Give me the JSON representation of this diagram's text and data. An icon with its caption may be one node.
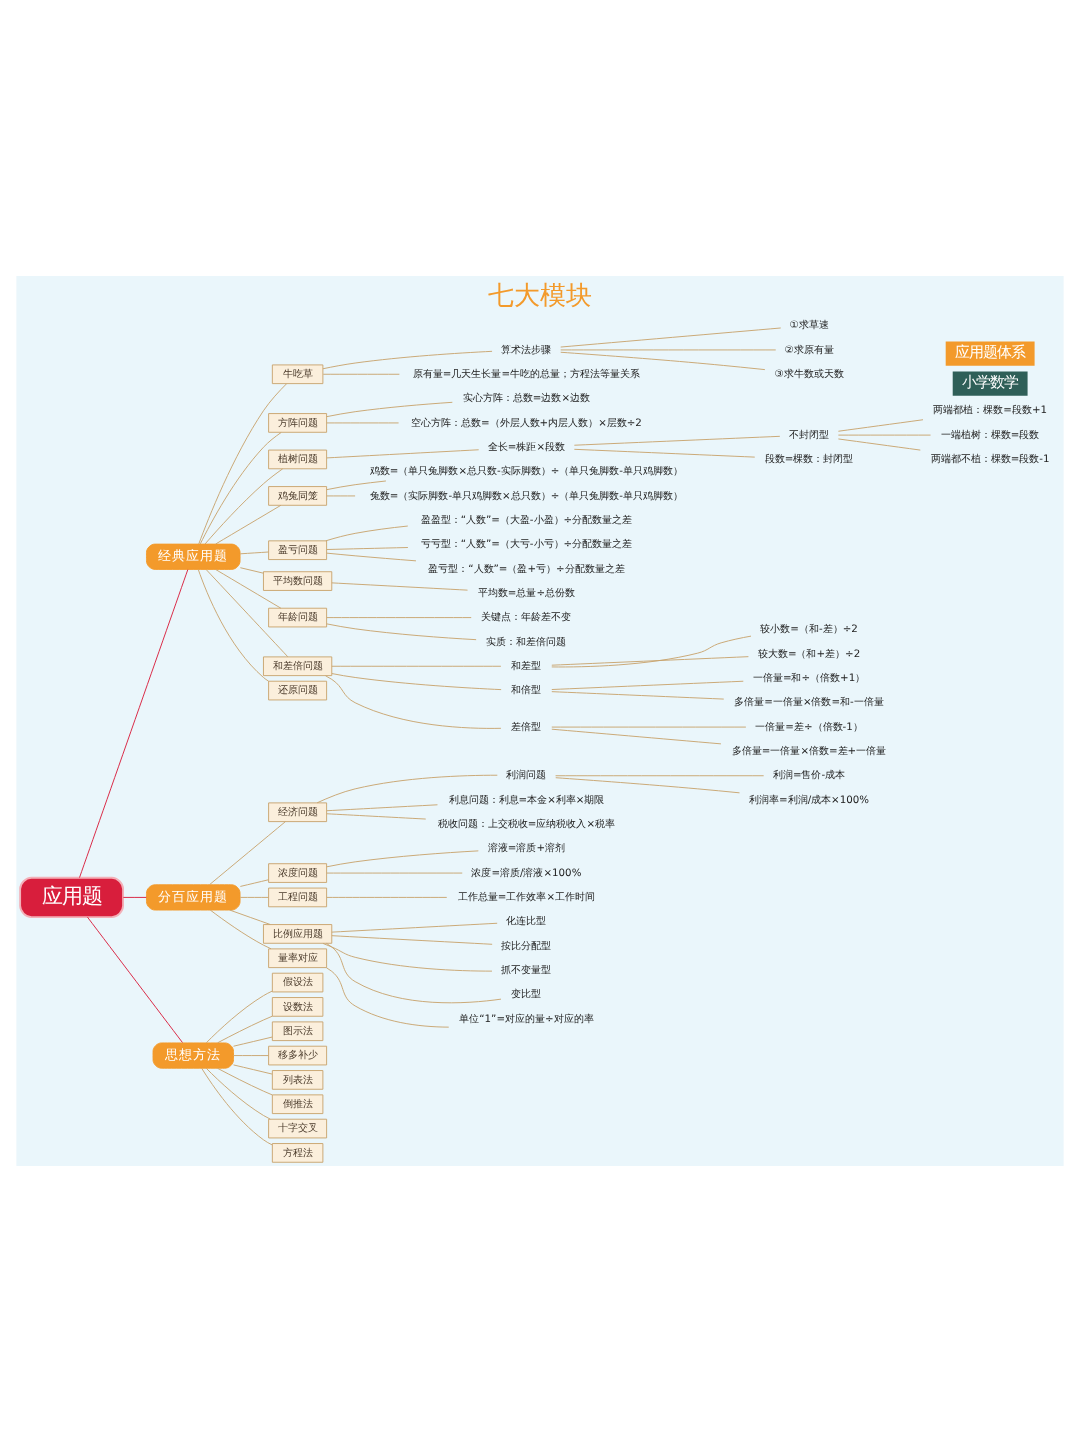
{
  "diagram": {
    "title": "七大模块",
    "nodes": [
      {
        "text": [
          "应用题"
        ]
      },
      {
        "text": [
          "经典应用题"
        ]
      },
      {
        "text": [
          "分百应用题"
        ]
      },
      {
        "text": [
          "思想方法"
        ]
      },
      {
        "text": [
          "牛吃草"
        ]
      },
      {
        "text": [
          "算术法步骤"
        ]
      },
      {
        "text": [
          "①求草速"
        ]
      },
      {
        "text": [
          "②求原有量"
        ]
      },
      {
        "text": [
          "③求牛数或天数"
        ]
      },
      {
        "text": [
          "原有量=几天生长量=牛吃的总量；方程法等量关系"
        ]
      },
      {
        "text": [
          "方阵问题"
        ]
      },
      {
        "text": [
          "实心方阵：总数=边数×边数"
        ]
      },
      {
        "text": [
          "空心方阵：总数=（外层人数+内层人数）×层数÷2"
        ]
      },
      {
        "text": [
          "植树问题"
        ]
      },
      {
        "text": [
          "全长=株距×段数"
        ]
      },
      {
        "text": [
          "不封闭型"
        ]
      },
      {
        "text": [
          "两端都植：棵数=段数+1"
        ]
      },
      {
        "text": [
          "一端植树：棵数=段数"
        ]
      },
      {
        "text": [
          "两端都不植：棵数=段数-1"
        ]
      },
      {
        "text": [
          "段数=棵数：封闭型"
        ]
      },
      {
        "text": [
          "鸡兔同笼"
        ]
      },
      {
        "text": [
          "鸡数=（单只兔脚数×总只数-实际脚数）÷（单只兔脚数-单只鸡脚数）"
        ]
      },
      {
        "text": [
          "兔数=（实际脚数-单只鸡脚数×总只数）÷（单只兔脚数-单只鸡脚数）"
        ]
      },
      {
        "text": [
          "盈亏问题"
        ]
      },
      {
        "text": [
          "盈盈型：“人数”=（大盈-小盈）÷分配数量之差"
        ]
      },
      {
        "text": [
          "亏亏型：“人数”=（大亏-小亏）÷分配数量之差"
        ]
      },
      {
        "text": [
          "盈亏型：“人数”=（盈+亏）÷分配数量之差"
        ]
      },
      {
        "text": [
          "平均数问题"
        ]
      },
      {
        "text": [
          "平均数=总量÷总份数"
        ]
      },
      {
        "text": [
          "年龄问题"
        ]
      },
      {
        "text": [
          "关键点：年龄差不变"
        ]
      },
      {
        "text": [
          "实质：和差倍问题"
        ]
      },
      {
        "text": [
          "和差倍问题"
        ]
      },
      {
        "text": [
          "和差型"
        ]
      },
      {
        "text": [
          "较小数=（和-差）÷2"
        ]
      },
      {
        "text": [
          "较大数=（和+差）÷2"
        ]
      },
      {
        "text": [
          "和倍型"
        ]
      },
      {
        "text": [
          "一倍量=和÷（倍数+1）"
        ]
      },
      {
        "text": [
          "多倍量=一倍量×倍数=和-一倍量"
        ]
      },
      {
        "text": [
          "差倍型"
        ]
      },
      {
        "text": [
          "一倍量=差÷（倍数-1）"
        ]
      },
      {
        "text": [
          "多倍量=一倍量×倍数=差+一倍量"
        ]
      },
      {
        "text": [
          "还原问题"
        ]
      },
      {
        "text": [
          "经济问题"
        ]
      },
      {
        "text": [
          "利润问题"
        ]
      },
      {
        "text": [
          "利润=售价-成本"
        ]
      },
      {
        "text": [
          "利润率=利润/成本×100%"
        ]
      },
      {
        "text": [
          "利息问题：利息=本金×利率×期限"
        ]
      },
      {
        "text": [
          "税收问题：上交税收=应纳税收入×税率"
        ]
      },
      {
        "text": [
          "浓度问题"
        ]
      },
      {
        "text": [
          "溶液=溶质+溶剂"
        ]
      },
      {
        "text": [
          "浓度=溶质/溶液×100%"
        ]
      },
      {
        "text": [
          "工程问题"
        ]
      },
      {
        "text": [
          "工作总量=工作效率×工作时间"
        ]
      },
      {
        "text": [
          "比例应用题"
        ]
      },
      {
        "text": [
          "化连比型"
        ]
      },
      {
        "text": [
          "按比分配型"
        ]
      },
      {
        "text": [
          "抓不变量型"
        ]
      },
      {
        "text": [
          "变比型"
        ]
      },
      {
        "text": [
          "量率对应"
        ]
      },
      {
        "text": [
          "单位“1”=对应的量÷对应的率"
        ]
      },
      {
        "text": [
          "假设法"
        ]
      },
      {
        "text": [
          "设数法"
        ]
      },
      {
        "text": [
          "图示法"
        ]
      },
      {
        "text": [
          "移多补少"
        ]
      },
      {
        "text": [
          "列表法"
        ]
      },
      {
        "text": [
          "倒推法"
        ]
      },
      {
        "text": [
          "十字交叉"
        ]
      },
      {
        "text": [
          "方程法"
        ]
      }
    ],
    "edges": [
      {
        "from": 0,
        "to": 1,
        "arrow": "none",
        "color": "#d81e3c"
      },
      {
        "from": 0,
        "to": 2,
        "arrow": "none",
        "color": "#d81e3c"
      },
      {
        "from": 0,
        "to": 3,
        "arrow": "none",
        "color": "#d81e3c"
      },
      {
        "from": 1,
        "to": 4,
        "arrow": "none"
      },
      {
        "from": 4,
        "to": 5,
        "arrow": "none"
      },
      {
        "from": 5,
        "to": 6,
        "arrow": "none"
      },
      {
        "from": 5,
        "to": 7,
        "arrow": "none"
      },
      {
        "from": 5,
        "to": 8,
        "arrow": "none"
      },
      {
        "from": 4,
        "to": 9,
        "arrow": "none"
      },
      {
        "from": 1,
        "to": 10,
        "arrow": "none"
      },
      {
        "from": 10,
        "to": 11,
        "arrow": "none"
      },
      {
        "from": 10,
        "to": 12,
        "arrow": "none"
      },
      {
        "from": 1,
        "to": 13,
        "arrow": "none"
      },
      {
        "from": 13,
        "to": 14,
        "arrow": "none"
      },
      {
        "from": 14,
        "to": 15,
        "arrow": "none"
      },
      {
        "from": 15,
        "to": 16,
        "arrow": "none"
      },
      {
        "from": 15,
        "to": 17,
        "arrow": "none"
      },
      {
        "from": 15,
        "to": 18,
        "arrow": "none"
      },
      {
        "from": 14,
        "to": 19,
        "arrow": "none"
      },
      {
        "from": 1,
        "to": 20,
        "arrow": "none"
      },
      {
        "from": 20,
        "to": 21,
        "arrow": "none"
      },
      {
        "from": 20,
        "to": 22,
        "arrow": "none"
      },
      {
        "from": 1,
        "to": 23,
        "arrow": "none"
      },
      {
        "from": 23,
        "to": 24,
        "arrow": "none"
      },
      {
        "from": 23,
        "to": 25,
        "arrow": "none"
      },
      {
        "from": 23,
        "to": 26,
        "arrow": "none"
      },
      {
        "from": 1,
        "to": 27,
        "arrow": "none"
      },
      {
        "from": 27,
        "to": 28,
        "arrow": "none"
      },
      {
        "from": 1,
        "to": 29,
        "arrow": "none"
      },
      {
        "from": 29,
        "to": 30,
        "arrow": "none"
      },
      {
        "from": 29,
        "to": 31,
        "arrow": "none"
      },
      {
        "from": 1,
        "to": 32,
        "arrow": "none"
      },
      {
        "from": 32,
        "to": 33,
        "arrow": "none"
      },
      {
        "from": 33,
        "to": 34,
        "arrow": "none"
      },
      {
        "from": 33,
        "to": 35,
        "arrow": "none"
      },
      {
        "from": 32,
        "to": 36,
        "arrow": "none"
      },
      {
        "from": 36,
        "to": 37,
        "arrow": "none"
      },
      {
        "from": 36,
        "to": 38,
        "arrow": "none"
      },
      {
        "from": 32,
        "to": 39,
        "arrow": "none"
      },
      {
        "from": 39,
        "to": 40,
        "arrow": "none"
      },
      {
        "from": 39,
        "to": 41,
        "arrow": "none"
      },
      {
        "from": 1,
        "to": 42,
        "arrow": "none"
      },
      {
        "from": 2,
        "to": 43,
        "arrow": "none"
      },
      {
        "from": 43,
        "to": 44,
        "arrow": "none"
      },
      {
        "from": 44,
        "to": 45,
        "arrow": "none"
      },
      {
        "from": 44,
        "to": 46,
        "arrow": "none"
      },
      {
        "from": 43,
        "to": 47,
        "arrow": "none"
      },
      {
        "from": 43,
        "to": 48,
        "arrow": "none"
      },
      {
        "from": 2,
        "to": 49,
        "arrow": "none"
      },
      {
        "from": 49,
        "to": 50,
        "arrow": "none"
      },
      {
        "from": 49,
        "to": 51,
        "arrow": "none"
      },
      {
        "from": 2,
        "to": 52,
        "arrow": "none"
      },
      {
        "from": 52,
        "to": 53,
        "arrow": "none"
      },
      {
        "from": 2,
        "to": 54,
        "arrow": "none"
      },
      {
        "from": 54,
        "to": 55,
        "arrow": "none"
      },
      {
        "from": 54,
        "to": 56,
        "arrow": "none"
      },
      {
        "from": 54,
        "to": 57,
        "arrow": "none"
      },
      {
        "from": 54,
        "to": 58,
        "arrow": "none"
      },
      {
        "from": 2,
        "to": 59,
        "arrow": "none"
      },
      {
        "from": 59,
        "to": 60,
        "arrow": "none"
      },
      {
        "from": 3,
        "to": 61,
        "arrow": "none"
      },
      {
        "from": 3,
        "to": 62,
        "arrow": "none"
      },
      {
        "from": 3,
        "to": 63,
        "arrow": "none"
      },
      {
        "from": 3,
        "to": 64,
        "arrow": "none"
      },
      {
        "from": 3,
        "to": 65,
        "arrow": "none"
      },
      {
        "from": 3,
        "to": 66,
        "arrow": "none"
      },
      {
        "from": 3,
        "to": 67,
        "arrow": "none"
      },
      {
        "from": 3,
        "to": 68,
        "arrow": "none"
      }
    ],
    "labels": [
      "应用题体系",
      "小学数学"
    ]
  }
}
